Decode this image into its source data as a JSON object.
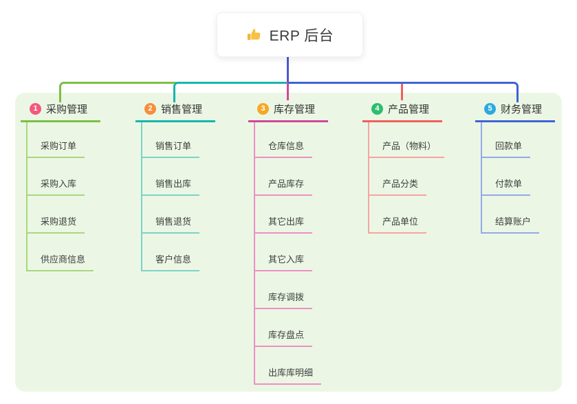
{
  "root": {
    "label": "ERP 后台",
    "icon": "thumbs-up-icon"
  },
  "branches": [
    {
      "badge": "1",
      "title": "采购管理",
      "color": "#7cbf43",
      "light_color": "#a9d67d",
      "badge_color": "#f4587a",
      "children": [
        "采购订单",
        "采购入库",
        "采购退货",
        "供应商信息"
      ]
    },
    {
      "badge": "2",
      "title": "销售管理",
      "color": "#16b6ac",
      "light_color": "#7dd2c8",
      "badge_color": "#f78e3d",
      "children": [
        "销售订单",
        "销售出库",
        "销售退货",
        "客户信息"
      ]
    },
    {
      "badge": "3",
      "title": "库存管理",
      "color": "#d2469c",
      "light_color": "#ef8ec3",
      "badge_color": "#f6a723",
      "children": [
        "仓库信息",
        "产品库存",
        "其它出库",
        "其它入库",
        "库存调拨",
        "库存盘点",
        "出库库明细"
      ]
    },
    {
      "badge": "4",
      "title": "产品管理",
      "color": "#f25e5e",
      "light_color": "#f7a3a3",
      "badge_color": "#2dbd6e",
      "children": [
        "产品（物料）",
        "产品分类",
        "产品单位"
      ]
    },
    {
      "badge": "5",
      "title": "财务管理",
      "color": "#3e63d4",
      "light_color": "#93a9e6",
      "badge_color": "#2caade",
      "children": [
        "回款单",
        "付款单",
        "结算账户"
      ]
    }
  ],
  "colors": {
    "panel_bg": "#ebf7e4",
    "root_line": "#4d59ce",
    "text": "#3e3e3e"
  }
}
